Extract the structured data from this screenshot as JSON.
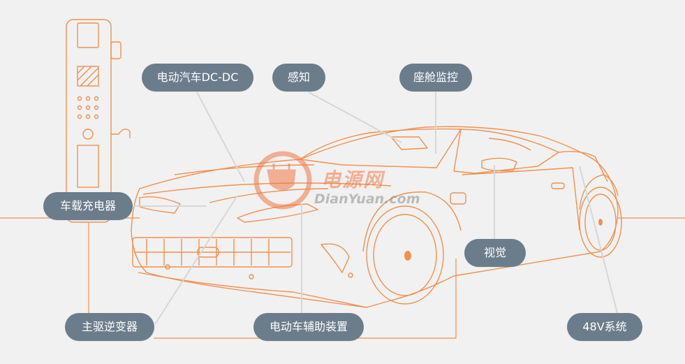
{
  "colors": {
    "line": "#f0914f",
    "pill": "#6b7c8b",
    "leader": "#d7d7d7",
    "background": "#f1f1f1"
  },
  "labels": {
    "dcdc": "电动汽车DC-DC",
    "perception": "感知",
    "cabin": "座舱监控",
    "obc": "车载充电器",
    "vision": "视觉",
    "inverter": "主驱逆变器",
    "aux": "电动车辅助装置",
    "v48": "48V系统"
  },
  "watermark": {
    "cn": "电源网",
    "en": "DianYuan.com"
  }
}
